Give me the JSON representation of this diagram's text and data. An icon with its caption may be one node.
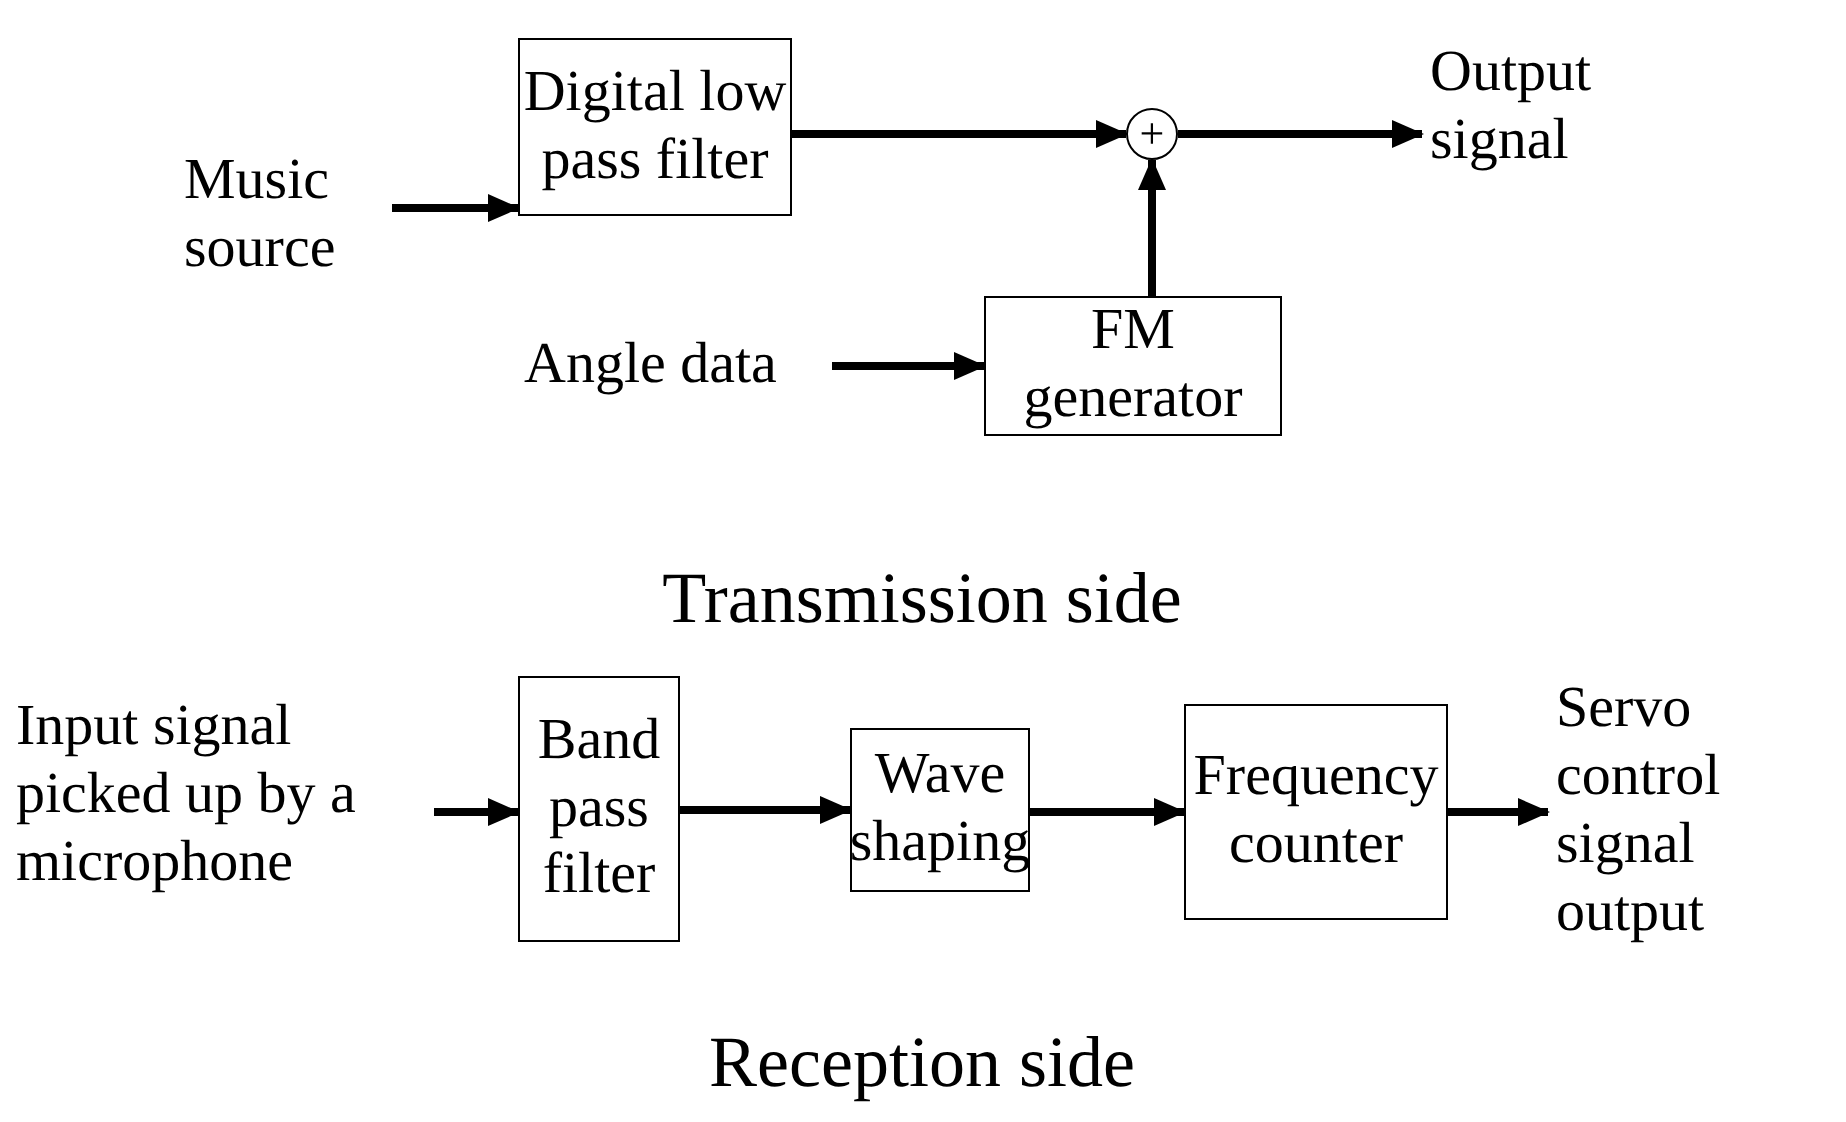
{
  "diagram": {
    "nodes": [
      {
        "text": [
          "Music source"
        ]
      },
      {
        "text": [
          "Digital low pass filter"
        ]
      },
      {
        "text": [
          "+"
        ]
      },
      {
        "text": [
          "Output signal"
        ]
      },
      {
        "text": [
          "Angle data"
        ]
      },
      {
        "text": [
          "FM generator"
        ]
      },
      {
        "text": [
          "Input signal picked up by a microphone"
        ]
      },
      {
        "text": [
          "Band pass filter"
        ]
      },
      {
        "text": [
          "Wave shaping"
        ]
      },
      {
        "text": [
          "Frequency counter"
        ]
      },
      {
        "text": [
          "Servo control signal output"
        ]
      }
    ],
    "edges": [
      {
        "from": 0,
        "to": 1,
        "arrow": "to"
      },
      {
        "from": 1,
        "to": 2,
        "arrow": "to"
      },
      {
        "from": 2,
        "to": 3,
        "arrow": "to"
      },
      {
        "from": 5,
        "to": 2,
        "arrow": "to"
      },
      {
        "from": 4,
        "to": 5,
        "arrow": "to"
      },
      {
        "from": 6,
        "to": 7,
        "arrow": "to"
      },
      {
        "from": 7,
        "to": 8,
        "arrow": "to"
      },
      {
        "from": 8,
        "to": 9,
        "arrow": "to"
      },
      {
        "from": 9,
        "to": 10,
        "arrow": "to"
      }
    ],
    "labels": [
      "Transmission side",
      "Reception side"
    ]
  }
}
